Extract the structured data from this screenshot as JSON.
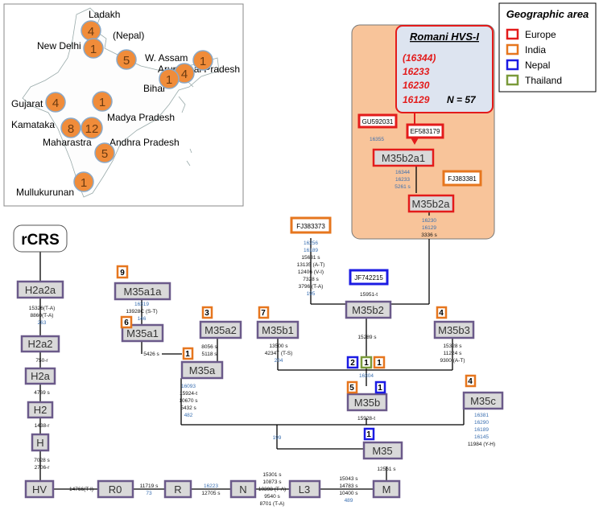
{
  "map": {
    "labels": [
      "Ladakh",
      "New Delhi",
      "(Nepal)",
      "W. Assam",
      "Arunachal Pradesh",
      "Bihar",
      "Madya Pradesh",
      "Gujarat",
      "Kamataka",
      "Maharastra",
      "Andhra Pradesh",
      "Mullukurunan"
    ],
    "counts": [
      "4",
      "1",
      "5",
      "1",
      "4",
      "1",
      "1",
      "4",
      "8",
      "12",
      "5",
      "1"
    ]
  },
  "legend": {
    "title": "Geographic area",
    "items": [
      {
        "label": "Europe",
        "color": "#e31b1b"
      },
      {
        "label": "India",
        "color": "#e6761e"
      },
      {
        "label": "Nepal",
        "color": "#1b1be3"
      },
      {
        "label": "Thailand",
        "color": "#7a9a3a"
      }
    ]
  },
  "romani": {
    "title": "Romani HVS-I",
    "motifs": [
      "(16344)",
      "16233",
      "16230",
      "16129"
    ],
    "n": "N = 57"
  },
  "nodes": {
    "rcrs": "rCRS",
    "h2a2a": "H2a2a",
    "h2a2": "H2a2",
    "h2a": "H2a",
    "h2": "H2",
    "h": "H",
    "hv": "HV",
    "r0": "R0",
    "r": "R",
    "n": "N",
    "l3": "L3",
    "m": "M",
    "m35": "M35",
    "m35a": "M35a",
    "m35a1": "M35a1",
    "m35a1a": "M35a1a",
    "m35a2": "M35a2",
    "m35b": "M35b",
    "m35b1": "M35b1",
    "m35b2": "M35b2",
    "m35b2a": "M35b2a",
    "m35b2a1": "M35b2a1",
    "m35b3": "M35b3",
    "m35c": "M35c"
  },
  "accessions": {
    "gu": "GU592031",
    "ef": "EF583179",
    "fj381": "FJ383381",
    "fj373": "FJ383373",
    "jf": "JF742215"
  },
  "badges": [
    "9",
    "6",
    "3",
    "1",
    "7",
    "4",
    "2",
    "1",
    "1",
    "5",
    "1",
    "4",
    "1"
  ],
  "mutations": {
    "h2a2a_a": "15326(T-A)",
    "h2a2a_b": "8860(T-A)",
    "h2a2a_c": "263",
    "h2a2": "750-r",
    "h2a": "4769 s",
    "h2": "1438-r",
    "h_a": "7028 s",
    "h_b": "2706-r",
    "hv": "14766(T-I)",
    "r0_a": "11719 s",
    "r0_b": "73",
    "r_a": "16223",
    "r_b": "12705 s",
    "n_a": "15301 s",
    "n_b": "10873 s",
    "n_c": "10398 (T-A)",
    "n_d": "9540 s",
    "n_e": "8701 (T-A)",
    "l3_a": "15043 s",
    "l3_b": "14783 s",
    "l3_c": "10400 s",
    "l3_d": "489",
    "m": "12561 s",
    "m35": "199",
    "m35a_a": "16093",
    "m35a_b": "15924-t",
    "m35a_c": "10670 s",
    "m35a_d": "5432 s",
    "m35a_e": "482",
    "m35a1": "5426 s",
    "m35a1a_a": "16319",
    "m35a1a_b": "13928C (S-T)",
    "m35a1a_c": "146",
    "m35a2_a": "8056 s",
    "m35a2_b": "5118 s",
    "m35b": "15928-t",
    "m35b_c": "16304",
    "m35b1_a": "13500 s",
    "m35b1_b": "4234T (T-S)",
    "m35b1_c": "204",
    "m35b2": "15289 s",
    "m35b2_jf": "15951-t",
    "fj373_a": "16256",
    "fj373_b": "16189",
    "fj373_c": "15631 s",
    "fj373_d": "13135 (A-T)",
    "fj373_e": "12406 (V-I)",
    "fj373_f": "7328 s",
    "fj373_g": "3796 (T-A)",
    "fj373_h": "195",
    "m35b2a_a": "16230",
    "m35b2a_b": "16129",
    "m35b2a_c": "3336 s",
    "m35b2a1_a": "16344",
    "m35b2a1_b": "16233",
    "m35b2a1_c": "5261 s",
    "gu": "16355",
    "m35b3_a": "15328 s",
    "m35b3_b": "11224 s",
    "m35b3_c": "9300 (A-T)",
    "m35c_a": "16381",
    "m35c_b": "16290",
    "m35c_c": "16189",
    "m35c_d": "16145",
    "m35c_e": "11984 (Y-H)"
  }
}
